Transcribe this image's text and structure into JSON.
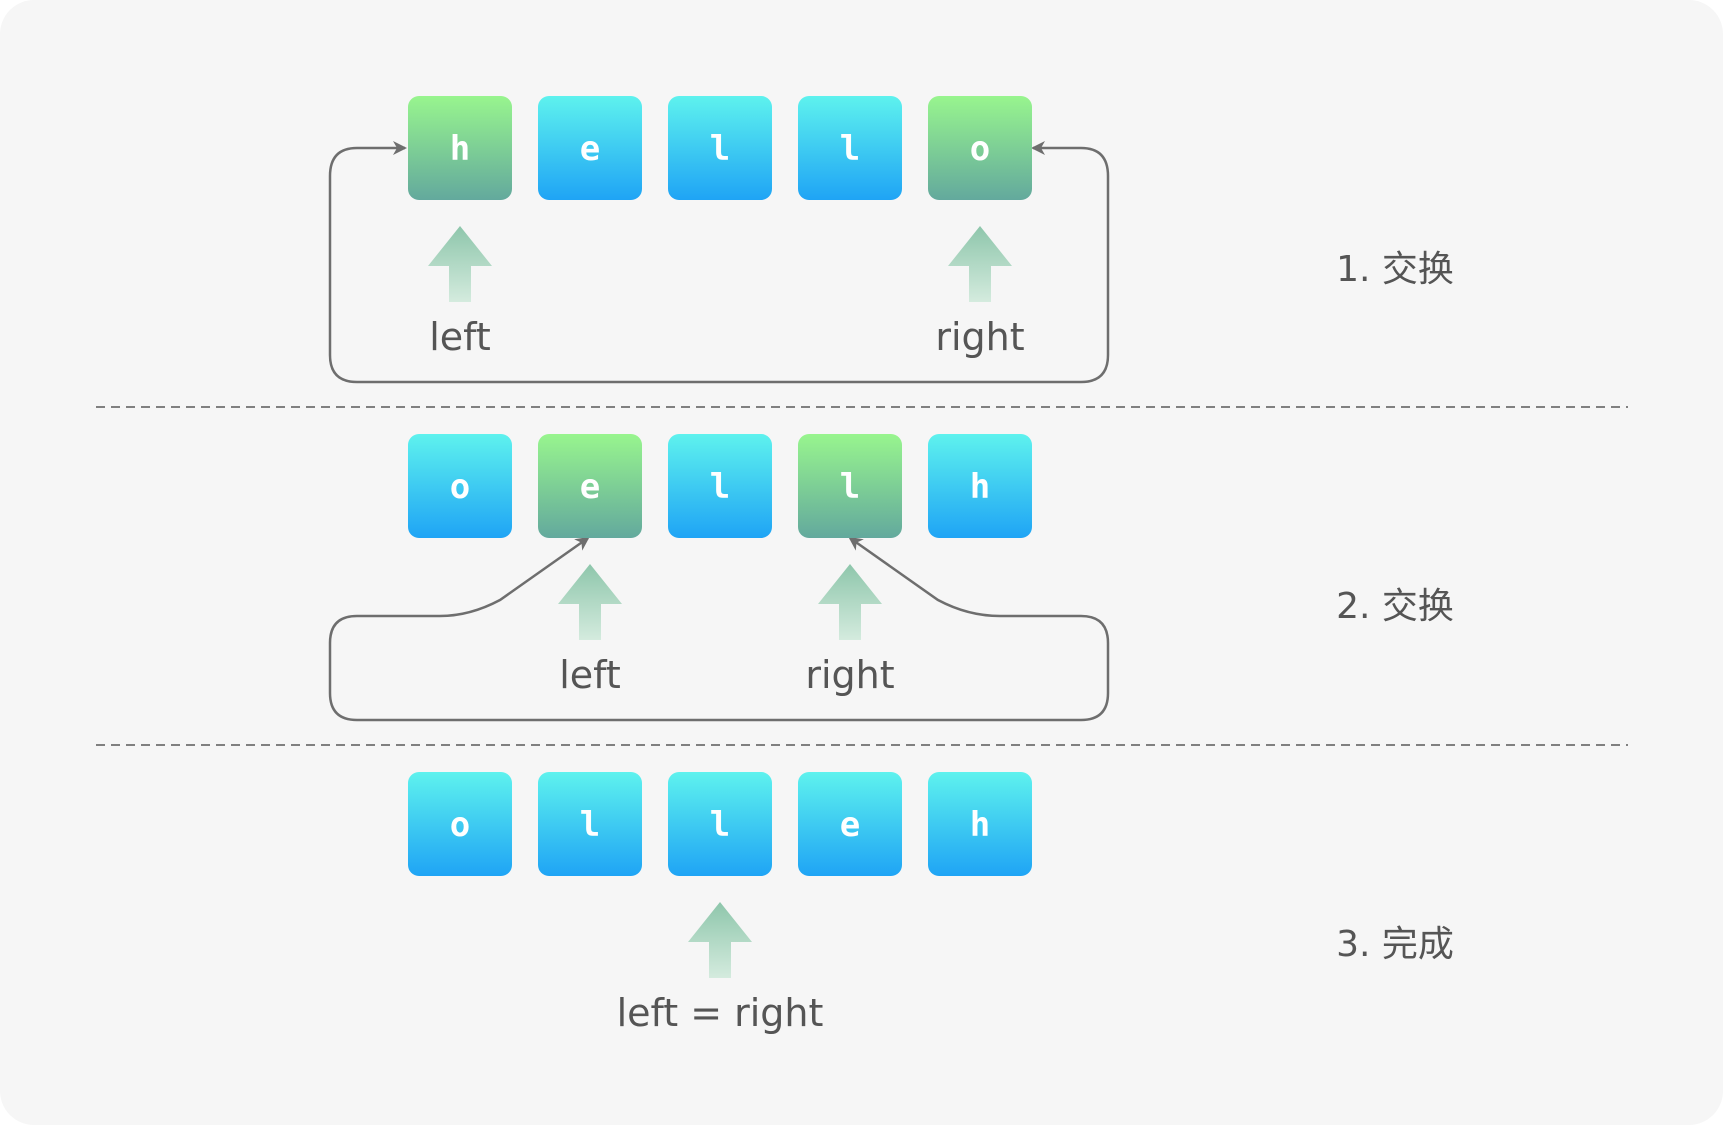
{
  "colors": {
    "background": "#f6f6f6",
    "cell_normal_top": "#5ef2ee",
    "cell_normal_bottom": "#1fa4f5",
    "cell_active_top": "#98f58e",
    "cell_active_bottom": "#63a99d",
    "pointer_top": "#8ec6ab",
    "pointer_bottom": "#d4ebde",
    "line": "#6e6e6e",
    "divider": "#808080",
    "text": "#555555"
  },
  "steps": [
    {
      "cells": [
        "h",
        "e",
        "l",
        "l",
        "o"
      ],
      "active": [
        0,
        4
      ],
      "pointers": [
        {
          "index": 0,
          "label": "left"
        },
        {
          "index": 4,
          "label": "right"
        }
      ],
      "caption": "1. 交换"
    },
    {
      "cells": [
        "o",
        "e",
        "l",
        "l",
        "h"
      ],
      "active": [
        1,
        3
      ],
      "pointers": [
        {
          "index": 1,
          "label": "left"
        },
        {
          "index": 3,
          "label": "right"
        }
      ],
      "caption": "2. 交换"
    },
    {
      "cells": [
        "o",
        "l",
        "l",
        "e",
        "h"
      ],
      "active": [],
      "pointers": [
        {
          "index": 2,
          "label": "left = right"
        }
      ],
      "caption": "3. 完成"
    }
  ]
}
